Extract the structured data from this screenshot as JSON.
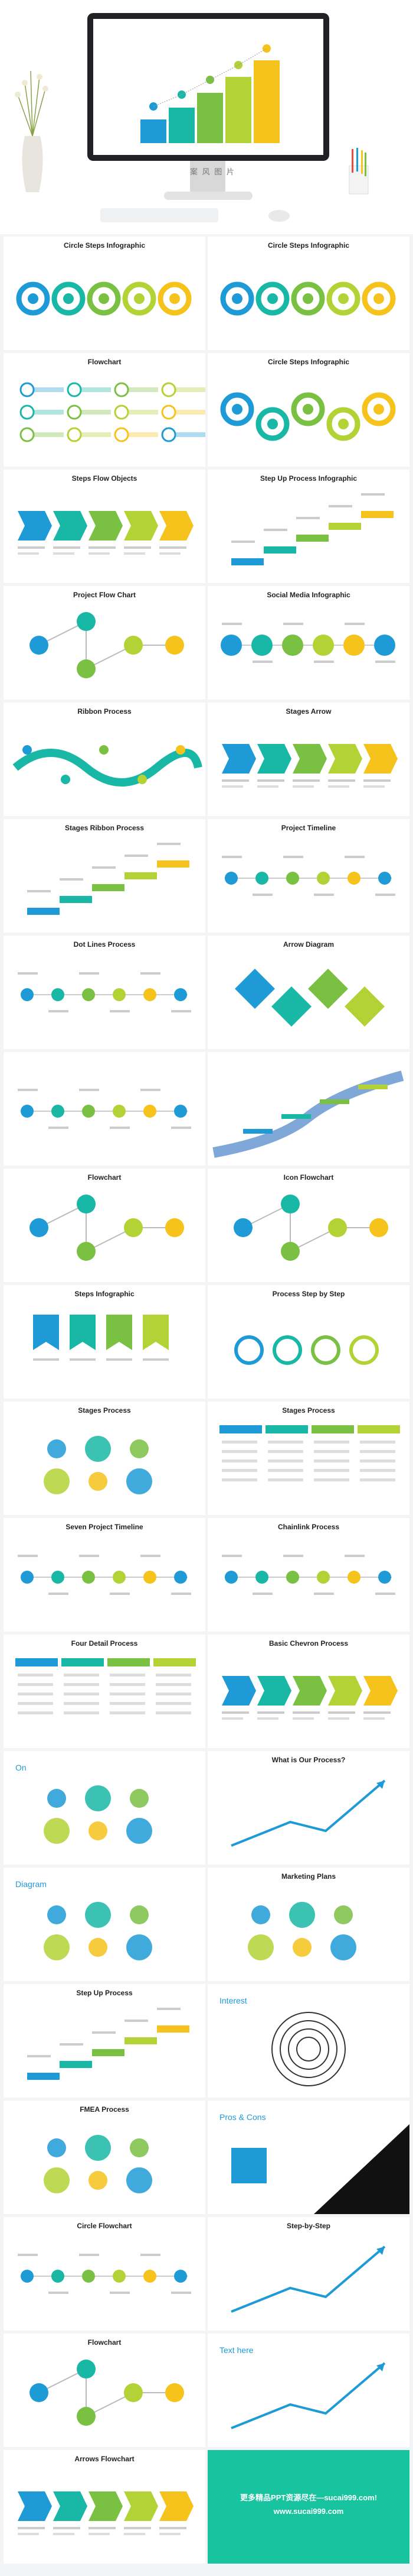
{
  "hero": {
    "caption": "案 风 图 片"
  },
  "slides": [
    {
      "title": "Circle Steps Infographic",
      "kind": "loops"
    },
    {
      "title": "Circle Steps Infographic",
      "kind": "loops2"
    },
    {
      "title": "Flowchart",
      "kind": "rows"
    },
    {
      "title": "Circle Steps Infographic",
      "kind": "wave"
    },
    {
      "title": "Steps Flow Objects",
      "kind": "arrows"
    },
    {
      "title": "Step Up Process Infographic",
      "kind": "stairs"
    },
    {
      "title": "Project Flow Chart",
      "kind": "flow"
    },
    {
      "title": "Social Media Infographic",
      "kind": "circles"
    },
    {
      "title": "Ribbon Process",
      "kind": "ribbon"
    },
    {
      "title": "Stages Arrow",
      "kind": "stagearrow"
    },
    {
      "title": "Stages Ribbon Process",
      "kind": "stairs2"
    },
    {
      "title": "Project Timeline",
      "kind": "timeline"
    },
    {
      "title": "Dot Lines Process",
      "kind": "dots"
    },
    {
      "title": "Arrow Diagram",
      "kind": "diamonds"
    },
    {
      "title": "",
      "kind": "timeline2"
    },
    {
      "title": "",
      "kind": "road"
    },
    {
      "title": "Flowchart",
      "kind": "cycle"
    },
    {
      "title": "Icon Flowchart",
      "kind": "iconflow"
    },
    {
      "title": "Steps Infographic",
      "kind": "banners"
    },
    {
      "title": "Process Step by Step",
      "kind": "ring"
    },
    {
      "title": "Stages Process",
      "kind": "bubbles"
    },
    {
      "title": "Stages Process",
      "kind": "steps"
    },
    {
      "title": "Seven Project Timeline",
      "kind": "seven"
    },
    {
      "title": "Chainlink Process",
      "kind": "chain"
    },
    {
      "title": "Four Detail Process",
      "kind": "table"
    },
    {
      "title": "Basic Chevron Process",
      "kind": "chevron"
    },
    {
      "title": "",
      "kind": "hand"
    },
    {
      "title": "What is Our Process?",
      "kind": "arrowsup"
    },
    {
      "title": "",
      "kind": "megaphone"
    },
    {
      "title": "Marketing Plans",
      "kind": "mplans"
    },
    {
      "title": "Step Up Process",
      "kind": "stairs3"
    },
    {
      "title": "",
      "kind": "target"
    },
    {
      "title": "FMEA Process",
      "kind": "fmea"
    },
    {
      "title": "",
      "kind": "proscons"
    },
    {
      "title": "Circle Flowchart",
      "kind": "circleflow"
    },
    {
      "title": "Step-by-Step",
      "kind": "stepbystep"
    },
    {
      "title": "Flowchart",
      "kind": "flow2"
    },
    {
      "title": "",
      "kind": "chartup"
    },
    {
      "title": "Arrows Flowchart",
      "kind": "arrowsflow"
    }
  ],
  "hero_chart": {
    "texts": [
      "",
      "",
      "",
      ""
    ]
  },
  "card_labels": {
    "text_here": "Text here",
    "pros": "Pros",
    "cons": "Cons",
    "interest": "Interest",
    "diagram": "Diagram",
    "on": "On"
  },
  "promo": {
    "line1": "更多精品PPT资源尽在—sucai999.com!",
    "line2": "www.sucai999.com"
  },
  "colors": {
    "blue": "#1e9bd7",
    "teal": "#19b7a6",
    "green": "#7ac143",
    "yellow": "#f6c21c",
    "lime": "#b3d235",
    "dark": "#222222"
  }
}
